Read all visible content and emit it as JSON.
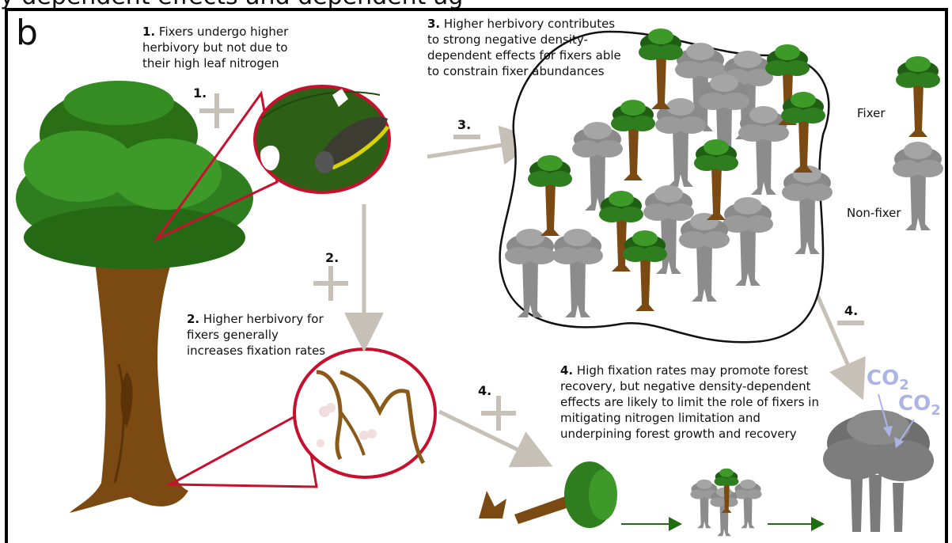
{
  "header_clip": "y dependent effects                    and dependent ag",
  "panel_letter": "b",
  "steps": {
    "s1": {
      "num": "1.",
      "text": "Fixers undergo higher herbivory but not due to their high leaf nitrogen",
      "sign": "+",
      "sign_num": "1."
    },
    "s2": {
      "num": "2.",
      "text": "Higher herbivory for fixers generally increases  fixation rates",
      "sign": "+",
      "sign_num": "2."
    },
    "s3": {
      "num": "3.",
      "text": "Higher herbivory contributes to strong negative density-dependent effects for fixers able to constrain fixer abundances",
      "sign": "−",
      "sign_num": "3."
    },
    "s4": {
      "num": "4.",
      "text": "High fixation rates may promote forest recovery, but negative density-dependent effects are likely to limit the role of fixers in mitigating nitrogen limitation and underpining forest growth and recovery",
      "sign_plus_num": "4.",
      "sign_minus_num": "4."
    }
  },
  "legend": {
    "fixer": "Fixer",
    "non_fixer": "Non-fixer"
  },
  "co2": {
    "label": "CO",
    "sub": "2"
  },
  "colors": {
    "fixer_green": "#2e7d1e",
    "trunk_brown": "#7a4a12",
    "nonfixer_gray": "#8c8c8c",
    "highlight_red": "#c8102e",
    "arrow_gray": "#c7c0b6",
    "succession_green": "#1f6e12",
    "co2_blue": "#aab4e6"
  }
}
